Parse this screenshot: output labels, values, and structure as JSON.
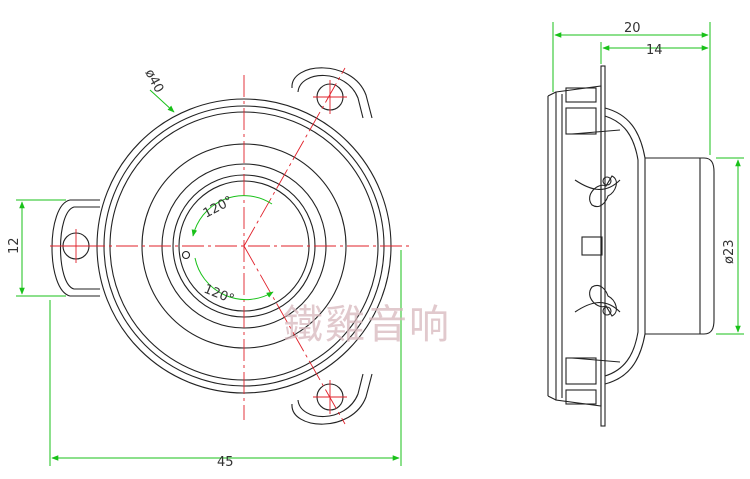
{
  "colors": {
    "outline": "#222222",
    "center_line": "#e0202a",
    "dimension": "#19c119",
    "watermark": "#d8b8bd"
  },
  "front_view": {
    "diameter_label": "ø40",
    "width_label": "45",
    "tab_height_label": "12",
    "angle_upper_label": "120°",
    "angle_lower_label": "120°"
  },
  "side_view": {
    "depth_total_label": "20",
    "depth_magnet_label": "14",
    "magnet_diameter_label": "ø23"
  },
  "watermark": {
    "text": "鐵雞音响"
  }
}
